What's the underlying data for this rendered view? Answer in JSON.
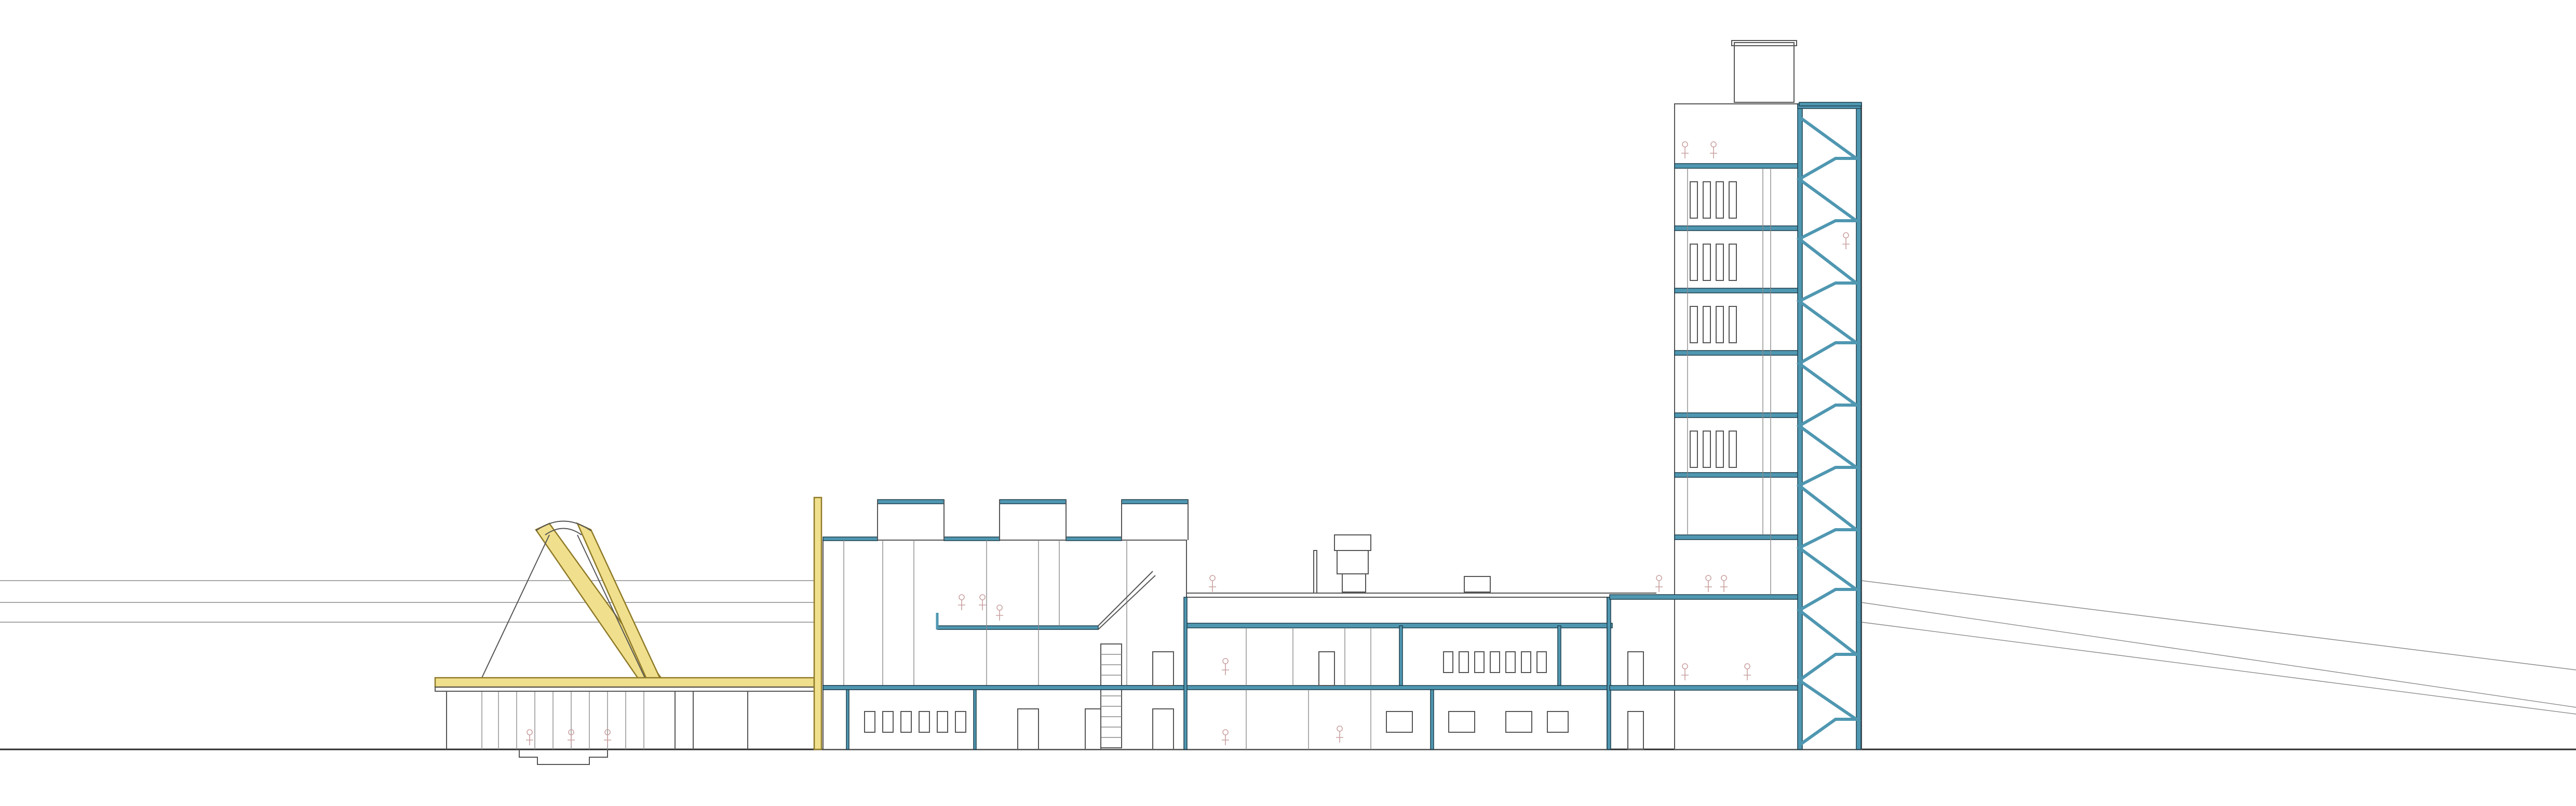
{
  "drawing": {
    "colors": {
      "background": "#ffffff",
      "structure_section": "#4f97b1",
      "timber_canopy": "#f0df8c",
      "linework": "#555555",
      "figures": "#c9a0a0"
    },
    "elements": [
      "ground-line",
      "conical-pavilion",
      "timber-canopy",
      "low-block-with-sawtooth-roof",
      "roof-terrace",
      "central-block",
      "tower",
      "stair-core",
      "landscape-slope-lines",
      "human-figures"
    ]
  }
}
